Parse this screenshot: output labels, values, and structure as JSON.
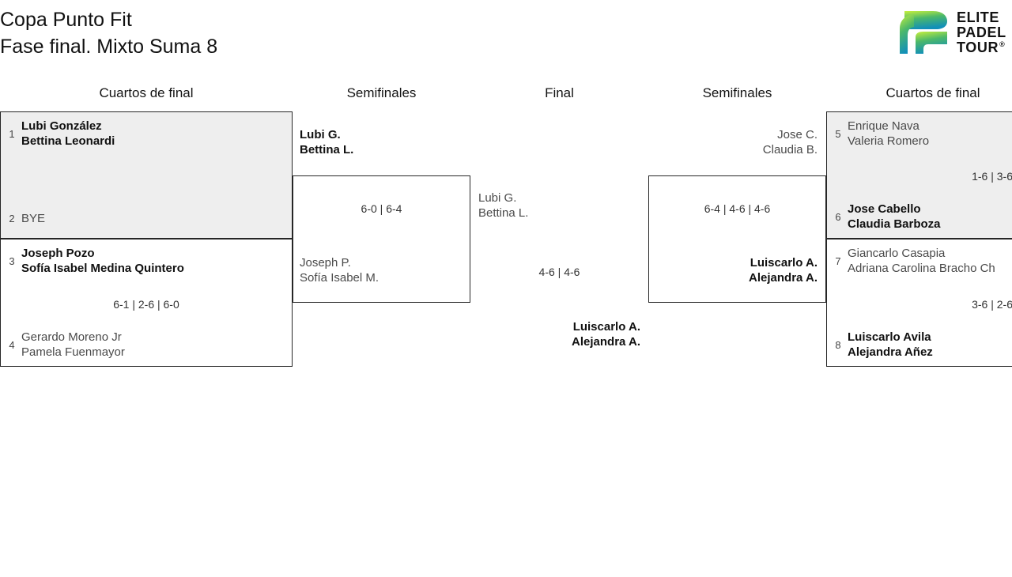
{
  "header": {
    "title_line1": "Copa Punto Fit",
    "title_line2": "Fase final. Mixto Suma 8",
    "logo": {
      "line1": "ELITE",
      "line2": "PADEL",
      "line3": "TOUR",
      "gradient_from": "#c8f03c",
      "gradient_mid": "#4cb86a",
      "gradient_to": "#1692b8"
    }
  },
  "rounds": {
    "qf_left": "Cuartos de final",
    "sf_left": "Semifinales",
    "final": "Final",
    "sf_right": "Semifinales",
    "qf_right": "Cuartos de final"
  },
  "matches": {
    "qf_l1": {
      "top": {
        "seed": "1",
        "p1": "Lubi González",
        "p2": "Bettina Leonardi",
        "result": "win"
      },
      "bottom": {
        "seed": "2",
        "p1": "BYE",
        "p2": "",
        "result": "lose"
      },
      "score": ""
    },
    "qf_l2": {
      "top": {
        "seed": "3",
        "p1": "Joseph Pozo",
        "p2": "Sofía Isabel Medina Quintero",
        "result": "win"
      },
      "bottom": {
        "seed": "4",
        "p1": "Gerardo Moreno Jr",
        "p2": "Pamela Fuenmayor",
        "result": "lose"
      },
      "score": "6-1 | 2-6 | 6-0"
    },
    "sf_l1": {
      "top": {
        "seed": "",
        "p1": "Lubi G.",
        "p2": "Bettina L.",
        "result": "win"
      },
      "bottom": {
        "seed": "",
        "p1": "Joseph P.",
        "p2": "Sofía Isabel M.",
        "result": "lose"
      },
      "score": "6-0 | 6-4"
    },
    "final": {
      "top": {
        "seed": "",
        "p1": "Lubi G.",
        "p2": "Bettina L.",
        "result": "lose"
      },
      "bottom": {
        "seed": "",
        "p1": "Luiscarlo A.",
        "p2": "Alejandra A.",
        "result": "win"
      },
      "score": "4-6 | 4-6"
    },
    "sf_r1": {
      "top": {
        "seed": "",
        "p1": "Jose C.",
        "p2": "Claudia B.",
        "result": "lose"
      },
      "bottom": {
        "seed": "",
        "p1": "Luiscarlo A.",
        "p2": "Alejandra A.",
        "result": "win"
      },
      "score": "6-4 | 4-6 | 4-6"
    },
    "qf_r1": {
      "top": {
        "seed": "5",
        "p1": "Enrique Nava",
        "p2": "Valeria Romero",
        "result": "lose"
      },
      "bottom": {
        "seed": "6",
        "p1": "Jose Cabello",
        "p2": "Claudia Barboza",
        "result": "win"
      },
      "score": "1-6 | 3-6"
    },
    "qf_r2": {
      "top": {
        "seed": "7",
        "p1": "Giancarlo Casapia",
        "p2": "Adriana Carolina Bracho Ch",
        "result": "lose"
      },
      "bottom": {
        "seed": "8",
        "p1": "Luiscarlo Avila",
        "p2": "Alejandra Añez",
        "result": "win"
      },
      "score": "3-6 | 2-6"
    }
  }
}
